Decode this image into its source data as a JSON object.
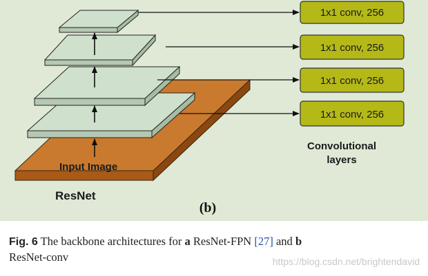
{
  "diagram": {
    "conv_boxes": [
      "1x1 conv, 256",
      "1x1 conv, 256",
      "1x1 conv, 256",
      "1x1 conv, 256"
    ],
    "input_label": "Input Image",
    "backbone_label": "ResNet",
    "conv_layers_label": [
      "Convolutional",
      "layers"
    ],
    "subfigure_label": "(b)",
    "colors": {
      "panel_bg": "#dfe9d6",
      "plate_fill": "#cfe0cc",
      "input_fill": "#c97a2e",
      "conv_fill": "#b5b918"
    }
  },
  "caption": {
    "fig_label": "Fig. 6",
    "text_1": " The backbone architectures for ",
    "a": "a",
    "text_2": " ResNet-FPN ",
    "ref": "[27]",
    "text_3": " and ",
    "b": "b",
    "text_4": "ResNet-conv"
  },
  "watermark": "https://blog.csdn.net/brightendavid"
}
